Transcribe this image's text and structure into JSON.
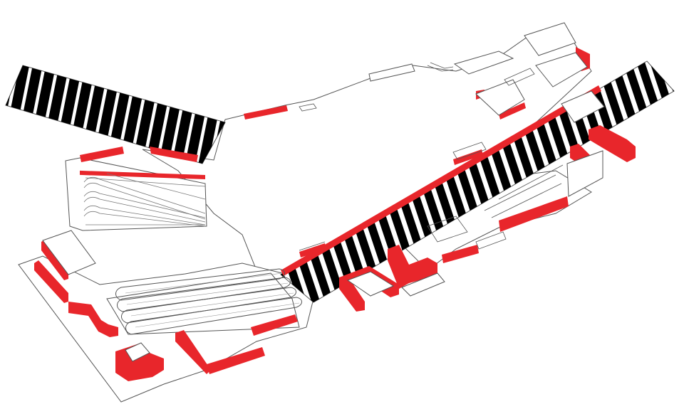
{
  "diagram": {
    "kind": "axonometric-station-plan",
    "palette": {
      "background": "#ffffff",
      "floor": "#ffffff",
      "outline": "#555555",
      "accent": "#e8262b",
      "accent_dark": "#b51c20",
      "stripe": "#000000"
    },
    "elements": [
      "crosswalk-upper-left",
      "crosswalk-diagonal-right",
      "escalator-bank-upper",
      "escalator-bank-lower",
      "red-wall-blocks"
    ]
  }
}
